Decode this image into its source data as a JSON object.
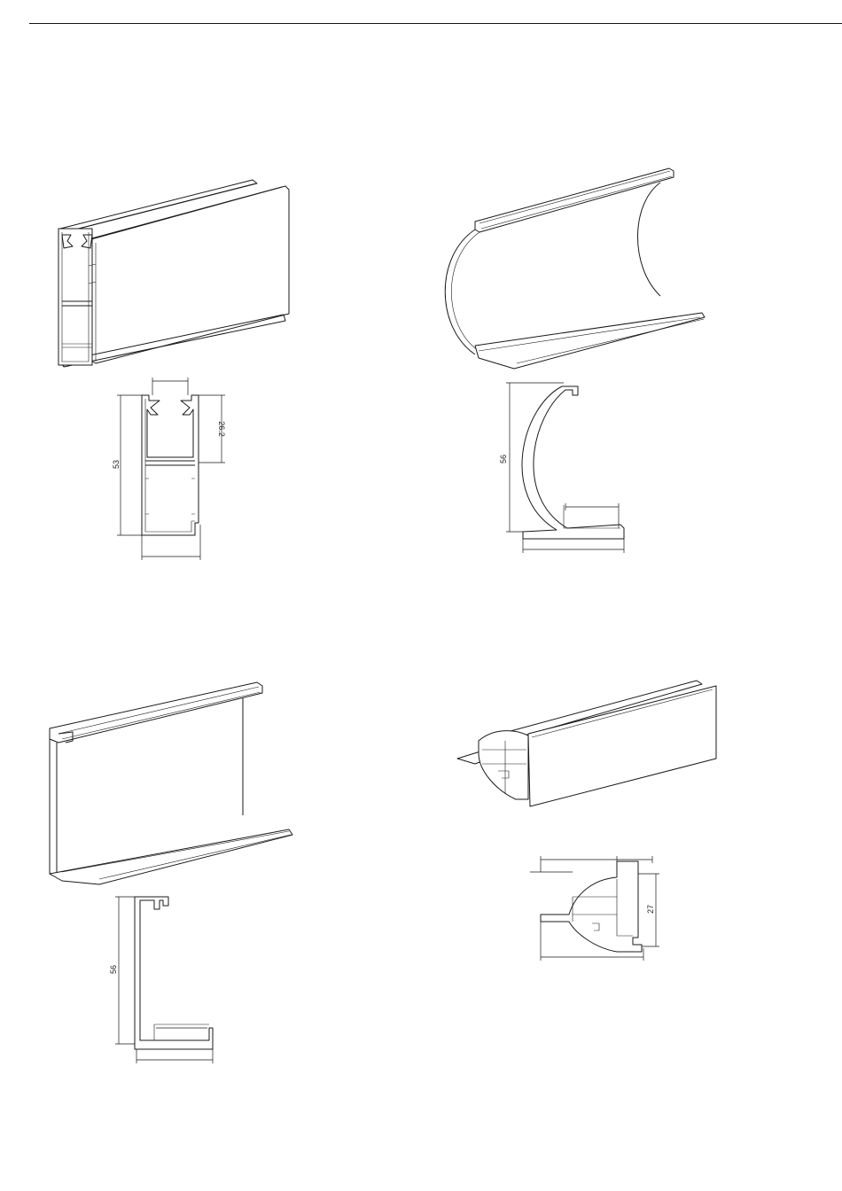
{
  "profiles": [
    {
      "id": "profile-1",
      "dimensions": {
        "height": "53",
        "inner_height": "26.2"
      }
    },
    {
      "id": "profile-2",
      "dimensions": {
        "height": "56"
      }
    },
    {
      "id": "profile-3",
      "dimensions": {
        "height": "56"
      }
    },
    {
      "id": "profile-4",
      "dimensions": {
        "height": "27"
      }
    }
  ]
}
